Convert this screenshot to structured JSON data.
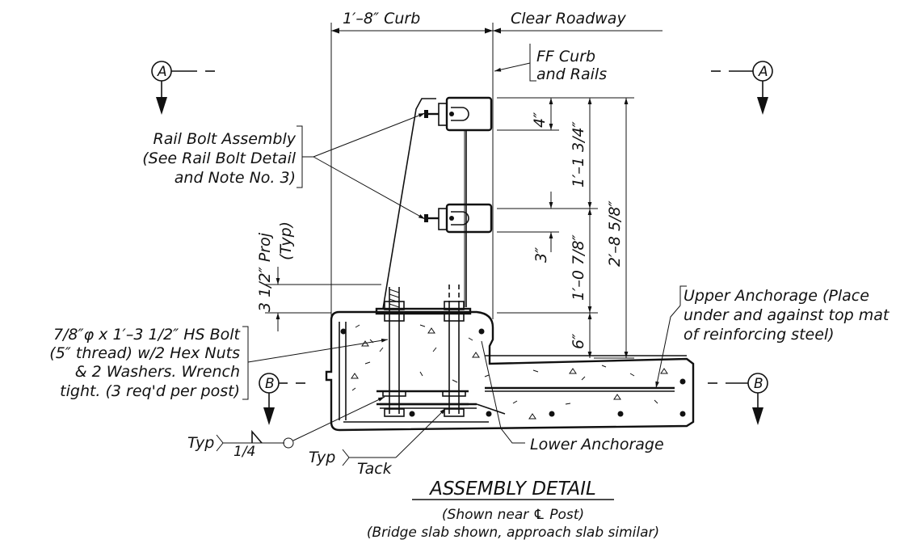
{
  "title": "ASSEMBLY DETAIL",
  "subtitle_1": "(Shown near ℄ Post)",
  "subtitle_2": "(Bridge slab shown, approach slab similar)",
  "dimensions": {
    "curb": "1′–8″ Curb",
    "clear_roadway": "Clear Roadway",
    "d_4": "4″",
    "d_1_1_3_4": "1′–1 3/4″",
    "d_2_8_5_8": "2′–8 5/8″",
    "d_3": "3″",
    "d_1_0_7_8": "1′–0 7/8″",
    "d_6": "6″",
    "d_3_1_2_proj": "3 1/2″ Proj",
    "typ_paren": "(Typ)"
  },
  "notes": {
    "ff_curb_1": "FF Curb",
    "ff_curb_2": "and Rails",
    "rail_bolt_1": "Rail Bolt Assembly",
    "rail_bolt_2": "(See Rail Bolt Detail",
    "rail_bolt_3": "and Note No. 3)",
    "hs_bolt_1": "7/8″φ x 1′–3 1/2″ HS Bolt",
    "hs_bolt_2": "(5″ thread) w/2 Hex Nuts",
    "hs_bolt_3": "& 2 Washers.  Wrench",
    "hs_bolt_4": "tight.  (3 req'd per post)",
    "upper_anch_1": "Upper Anchorage (Place",
    "upper_anch_2": "under and against top mat",
    "upper_anch_3": "of reinforcing steel)",
    "lower_anch": "Lower Anchorage",
    "typ_weld": "Typ",
    "weld_size": "1/4",
    "typ_tack": "Typ",
    "tack": "Tack"
  },
  "section_marks": {
    "a_left": "A",
    "a_right": "A",
    "b_left": "B",
    "b_right": "B"
  }
}
